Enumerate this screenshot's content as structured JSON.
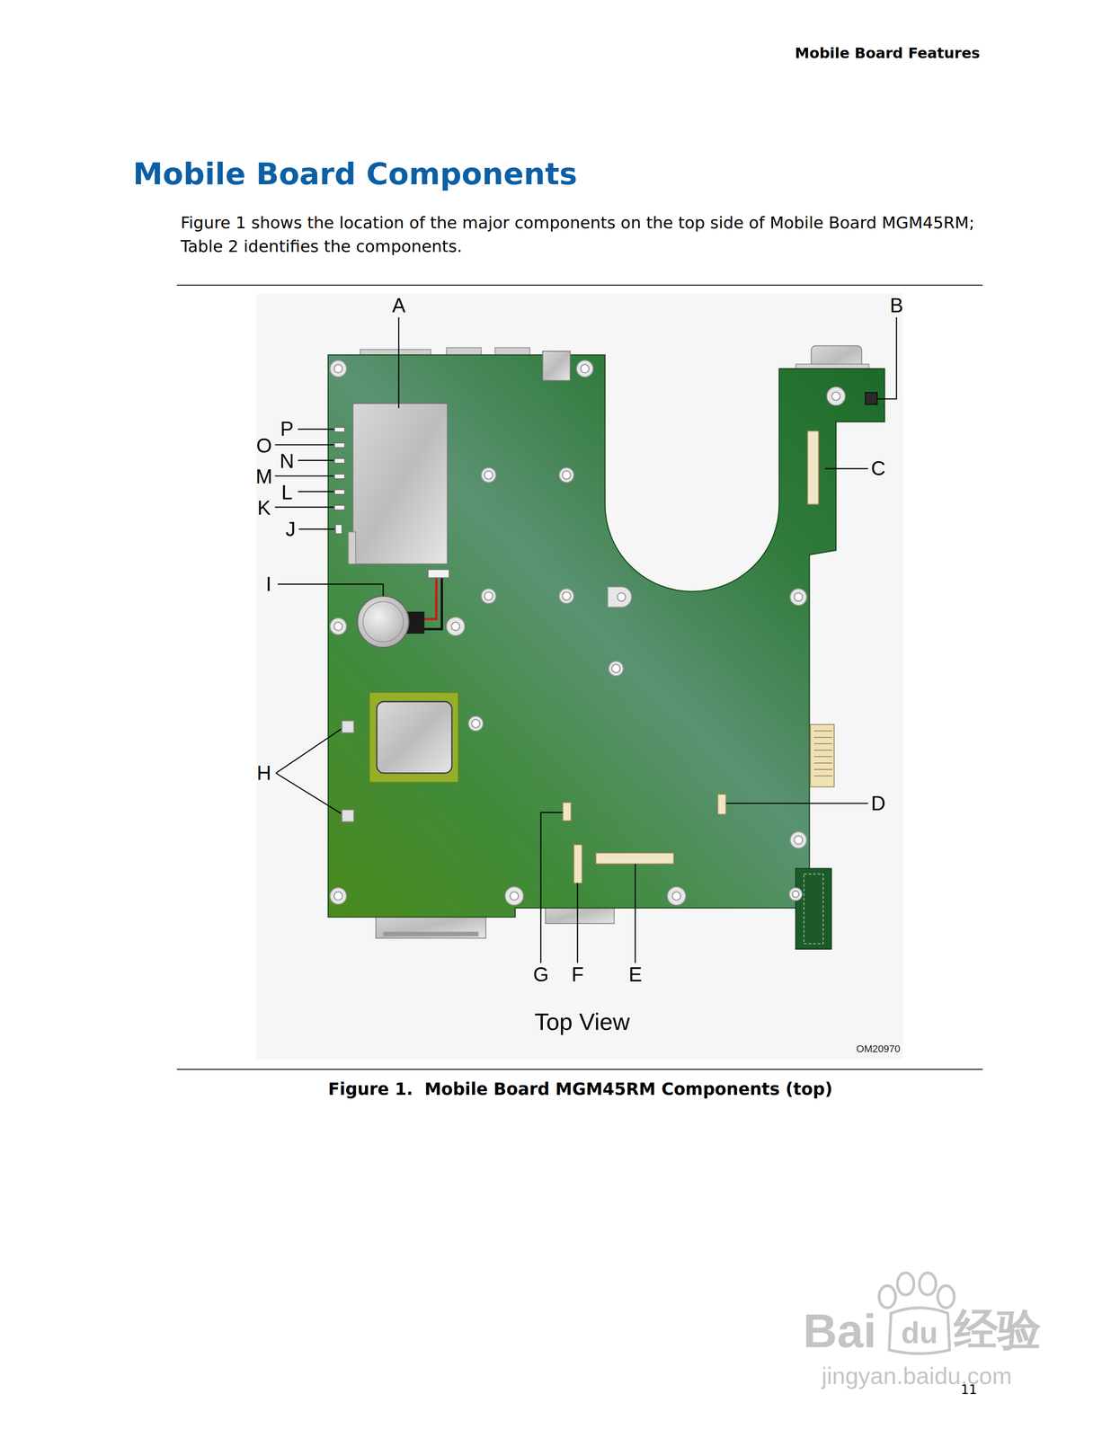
{
  "diagram": {
    "title": "Mobile Board Components",
    "caption": "Figure 1.  Mobile Board MGM45RM Components (top)",
    "labels": [
      "Mobile Board Features",
      "Figure 1 shows the location of the major components on the top side of Mobile Board MGM45RM; Table 2 identifies the components.",
      "A",
      "B",
      "P",
      "O",
      "N",
      "C",
      "M",
      "L",
      "K",
      "J",
      "I",
      "H",
      "D",
      "G",
      "F",
      "E",
      "Top View",
      "OM20970",
      "11",
      "Bai",
      "du",
      "经验",
      "jingyan.baidu.com"
    ]
  }
}
